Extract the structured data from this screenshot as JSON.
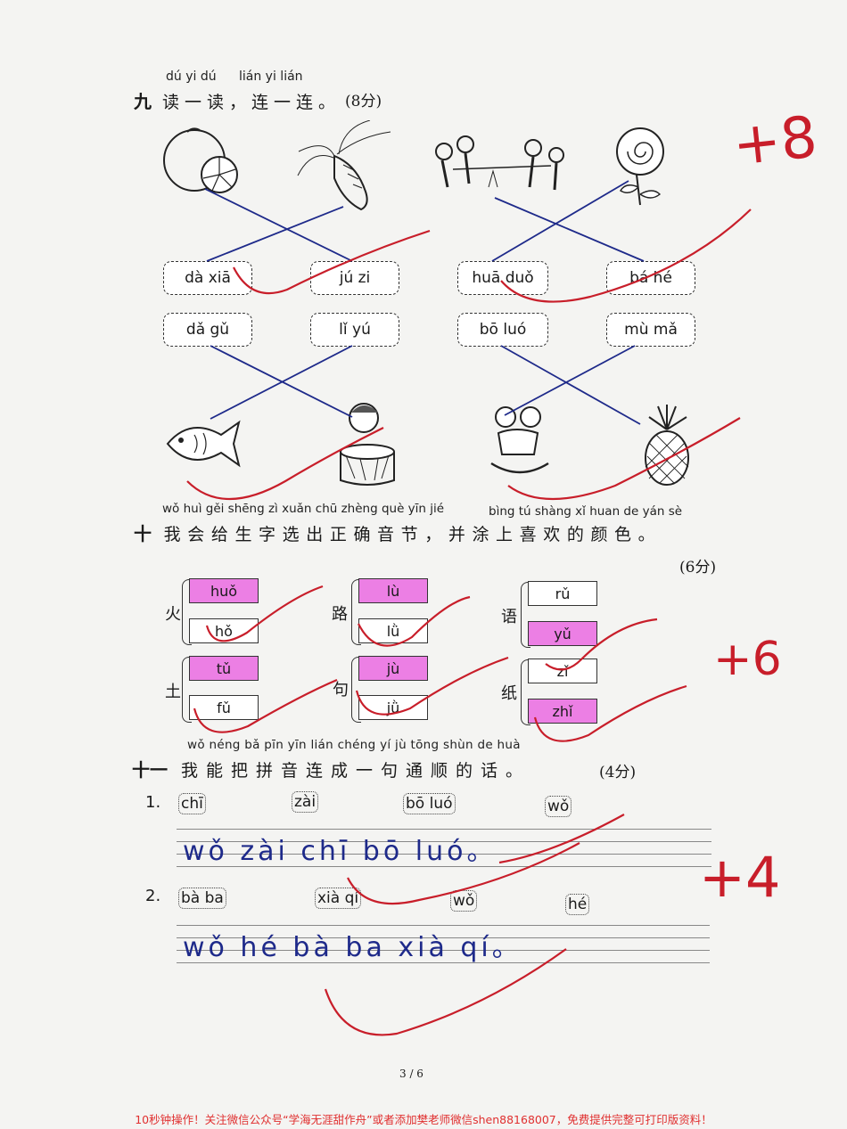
{
  "section9": {
    "pinyin_a": "dú yi dú",
    "pinyin_b": "lián yi lián",
    "number": "九",
    "title": "读一读，连一连。",
    "score": "(8分)",
    "cards_row1": [
      "dà xiā",
      "jú zi",
      "huā duǒ",
      "bá hé"
    ],
    "cards_row2": [
      "dǎ gǔ",
      "lǐ yú",
      "bō luó",
      "mù mǎ"
    ]
  },
  "section10": {
    "pinyin_a": "wǒ huì gěi shēng zì xuǎn chū zhèng què yīn jié",
    "pinyin_b": "bìng tú shàng xǐ huan de yán sè",
    "number": "十",
    "title": "我会给生字选出正确音节，并涂上喜欢的颜色。",
    "score": "(6分)",
    "items": [
      {
        "char": "火",
        "top": "huǒ",
        "bottom": "hǒ"
      },
      {
        "char": "路",
        "top": "lù",
        "bottom": "lǜ"
      },
      {
        "char": "语",
        "top": "rǔ",
        "bottom": "yǔ"
      },
      {
        "char": "土",
        "top": "tǔ",
        "bottom": "fǔ"
      },
      {
        "char": "句",
        "top": "jù",
        "bottom": "jǜ"
      },
      {
        "char": "纸",
        "top": "zǐ",
        "bottom": "zhǐ"
      }
    ]
  },
  "section11": {
    "pinyin": "wǒ néng bǎ pīn yīn lián chéng yí jù tōng shùn de huà",
    "number": "十一",
    "title": "我能把拼音连成一句通顺的话。",
    "score": "(4分)",
    "q1_label": "1.",
    "q1_words": [
      "chī",
      "zài",
      "bō luó",
      "wǒ"
    ],
    "q1_answer": "wǒ zài chī bō luó。",
    "q2_label": "2.",
    "q2_words": [
      "bà ba",
      "xià qí",
      "wǒ",
      "hé"
    ],
    "q2_answer": "wǒ hé bà ba xià qí。"
  },
  "grades": [
    "+8",
    "+6",
    "+4"
  ],
  "page_number": "3 / 6",
  "footer": "10秒钟操作！关注微信公众号“学海无涯甜作舟”或者添加樊老师微信shen88168007，免费提供完整可打印版资料！",
  "colors": {
    "pen_red": "#c81e2a",
    "pen_blue": "#1e2a8a",
    "highlight": "#ec7fe4",
    "footer": "#e03030"
  }
}
